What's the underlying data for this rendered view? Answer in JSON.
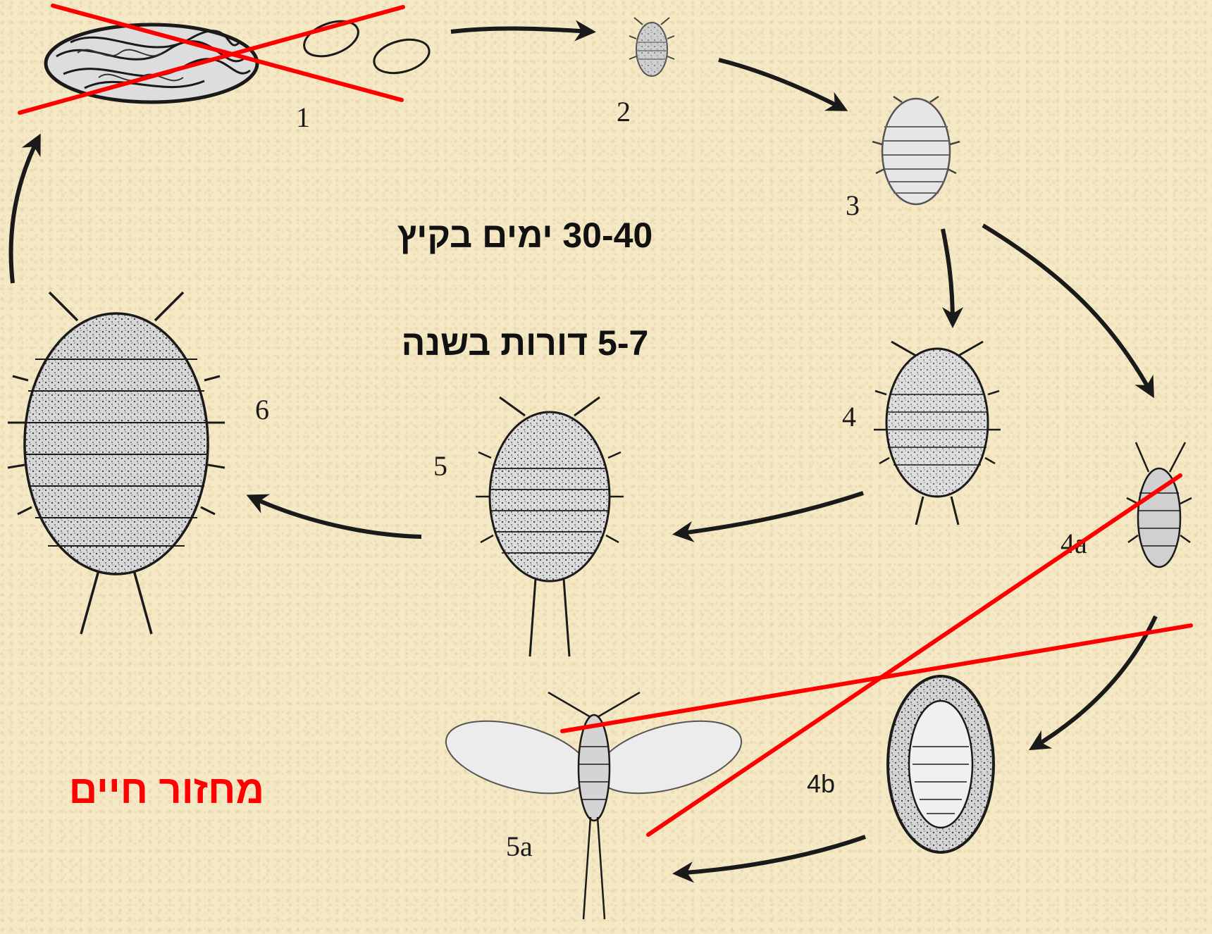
{
  "title": "מחזור חיים",
  "info": {
    "duration": "30-40 ימים בקיץ",
    "generations": "5-7 דורות בשנה"
  },
  "stages": [
    {
      "id": "1",
      "label": "1",
      "crossed_out": true
    },
    {
      "id": "2",
      "label": "2",
      "crossed_out": false
    },
    {
      "id": "3",
      "label": "3",
      "crossed_out": false
    },
    {
      "id": "4",
      "label": "4",
      "crossed_out": false
    },
    {
      "id": "4a",
      "label": "4a",
      "crossed_out": true
    },
    {
      "id": "4b",
      "label": "4b",
      "crossed_out": true
    },
    {
      "id": "5",
      "label": "5",
      "crossed_out": false
    },
    {
      "id": "5a",
      "label": "5a",
      "crossed_out": true
    },
    {
      "id": "6",
      "label": "6",
      "crossed_out": false
    }
  ],
  "colors": {
    "background": "#f5e8c4",
    "cross_lines": "#ff0000",
    "ink": "#1a1a1a",
    "title": "#ff0000"
  }
}
